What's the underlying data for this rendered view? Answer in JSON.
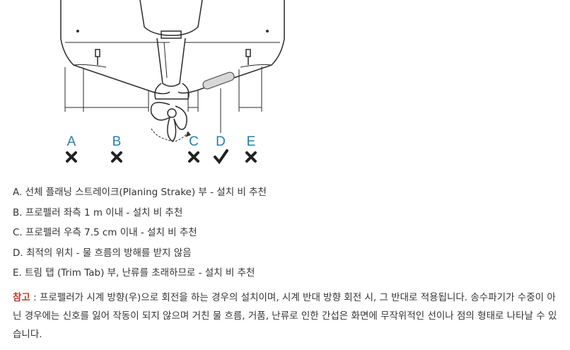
{
  "diagram": {
    "labels": [
      "A",
      "B",
      "C",
      "D",
      "E"
    ],
    "marks": [
      "cross",
      "cross",
      "cross",
      "check",
      "cross"
    ],
    "colors": {
      "label": "#2a7fa8",
      "line": "#2a2a2a",
      "note_label": "#c0392b"
    }
  },
  "items": [
    "A. 선체 플래닝 스트레이크(Planing Strake) 부 - 설치 비 추천",
    "B. 프로펠러 좌측 1 m 이내 - 설치 비 추천",
    "C. 프로펠러 우측 7.5 cm 이내 - 설치 비 추천",
    "D. 최적의 위치 - 물 흐름의 방해를 받지 않음",
    "E. 트림 탭 (Trim Tab) 부, 난류를 초래하므로 - 설치 비 추천"
  ],
  "note": {
    "label": "참고",
    "text": " : 프로펠러가 시계 방향(우)으로 회전을 하는 경우의 설치이며, 시계 반대 방향 회전 시, 그 반대로 적용됩니다. 송수파기가 수중이 아닌 경우에는 신호를 잃어 작동이 되지 않으며 거친 물 흐름, 거품, 난류로 인한 간섭은 화면에 무작위적인 선이나 점의 형태로 나타날 수 있습니다."
  }
}
